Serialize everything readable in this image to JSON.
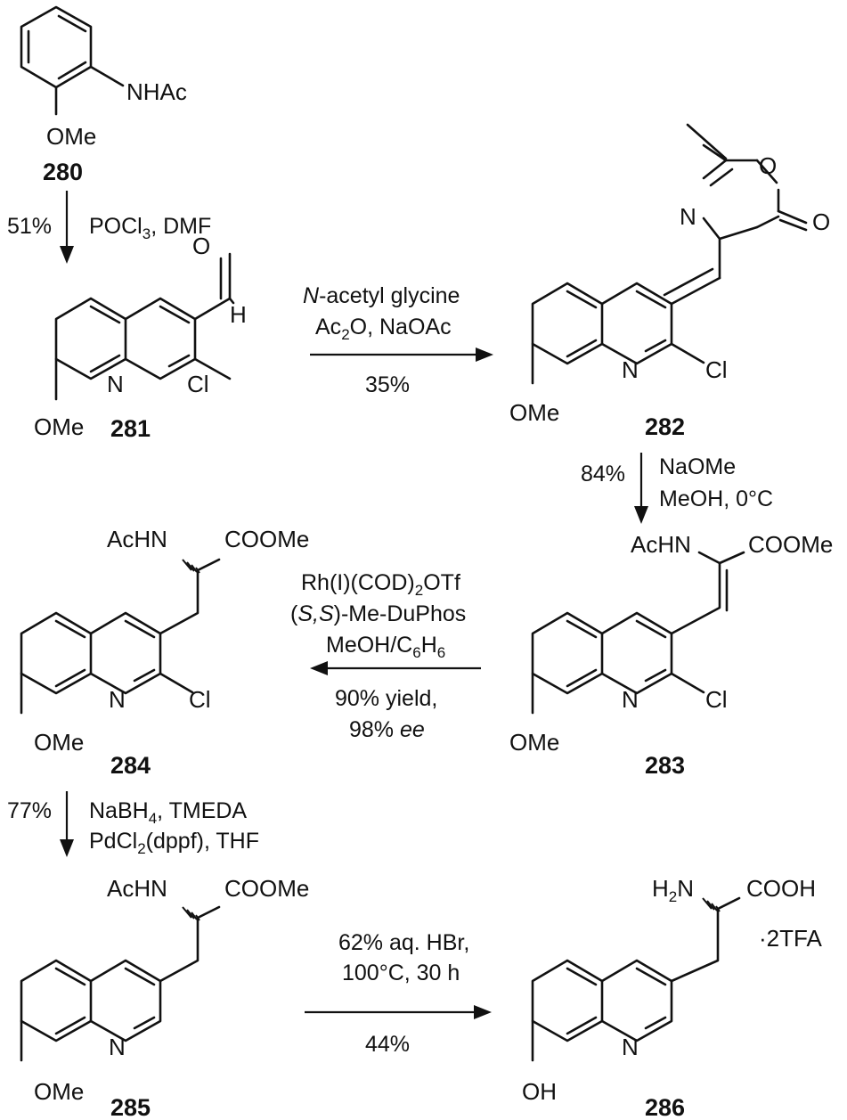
{
  "compounds": {
    "c280": {
      "number": "280",
      "sub1": "NHAc",
      "sub2": "OMe"
    },
    "c281": {
      "number": "281",
      "aldehyde_o": "O",
      "aldehyde_h": "H",
      "ring_n": "N",
      "cl": "Cl",
      "ome": "OMe"
    },
    "c282": {
      "number": "282",
      "ox_o": "O",
      "ox_n": "N",
      "carbonyl_o": "O",
      "ring_n": "N",
      "cl": "Cl",
      "ome": "OMe"
    },
    "c283": {
      "number": "283",
      "achn": "AcHN",
      "ester": "COOMe",
      "ring_n": "N",
      "cl": "Cl",
      "ome": "OMe"
    },
    "c284": {
      "number": "284",
      "achn": "AcHN",
      "ester": "COOMe",
      "ring_n": "N",
      "cl": "Cl",
      "ome": "OMe"
    },
    "c285": {
      "number": "285",
      "achn": "AcHN",
      "ester": "COOMe",
      "ring_n": "N",
      "ome": "OMe"
    },
    "c286": {
      "number": "286",
      "amine_h": "H",
      "amine_sub": "2",
      "amine_n": "N",
      "acid": "COOH",
      "salt": "·2TFA",
      "ring_n": "N",
      "oh": "OH"
    }
  },
  "steps": {
    "s1": {
      "yield": "51%",
      "reagent_a": "POCl",
      "reagent_a_sub": "3",
      "reagent_b": ", DMF"
    },
    "s2": {
      "line1_italic": "N",
      "line1_rest": "-acetyl glycine",
      "line2_a": "Ac",
      "line2_sub": "2",
      "line2_b": "O, NaOAc",
      "yield": "35%"
    },
    "s3": {
      "yield": "84%",
      "line1": "NaOMe",
      "line2": "MeOH, 0°C"
    },
    "s4": {
      "line1_a": "Rh(I)(COD)",
      "line1_sub": "2",
      "line1_b": "OTf",
      "line2_open": "(",
      "line2_italic": "S,S",
      "line2_rest": ")-Me-DuPhos",
      "line3_a": "MeOH/C",
      "line3_sub1": "6",
      "line3_b": "H",
      "line3_sub2": "6",
      "yield": "90% yield,",
      "ee_a": "98% ",
      "ee_b": "ee"
    },
    "s5": {
      "yield": "77%",
      "line1_a": "NaBH",
      "line1_sub": "4",
      "line1_b": ", TMEDA",
      "line2_a": "PdCl",
      "line2_sub": "2",
      "line2_b": "(dppf), THF"
    },
    "s6": {
      "line1": "62% aq. HBr,",
      "line2": "100°C, 30 h",
      "yield": "44%"
    }
  }
}
